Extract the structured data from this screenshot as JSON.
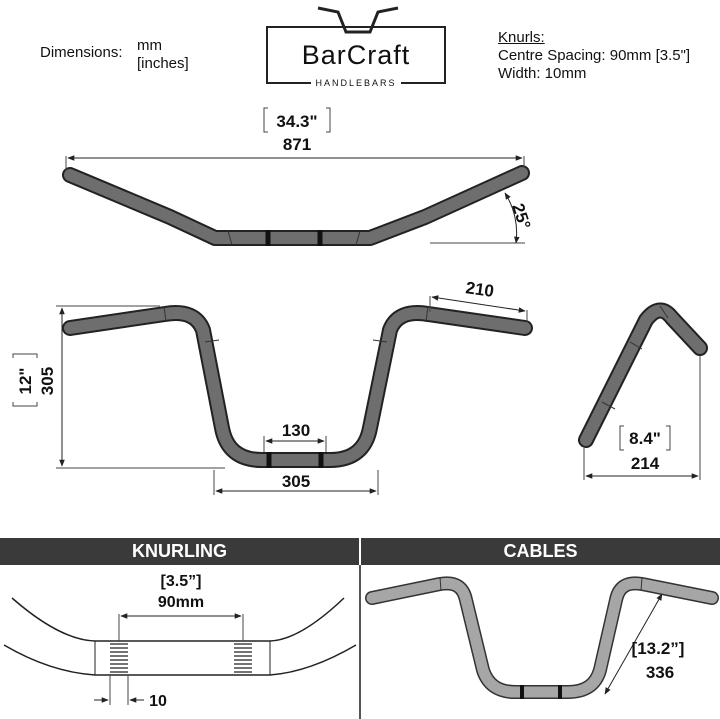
{
  "header": {
    "dimensions_label": "Dimensions:",
    "units_primary": "mm",
    "units_secondary": "[inches]",
    "brand_name": "BarCraft",
    "brand_sub": "HANDLEBARS",
    "knurls_title": "Knurls:",
    "knurls_spacing": "Centre Spacing: 90mm [3.5\"]",
    "knurls_width": "Width: 10mm"
  },
  "top_view": {
    "width_in": "34.3\"",
    "width_mm": "871",
    "angle": "25°"
  },
  "front_view": {
    "height_in": "12\"",
    "height_mm": "305",
    "grip_mm": "210",
    "center_mm": "130",
    "base_mm": "305"
  },
  "side_view": {
    "depth_in": "8.4\"",
    "depth_mm": "214"
  },
  "sections": {
    "knurling": "KNURLING",
    "cables": "CABLES"
  },
  "knurling_detail": {
    "spacing_in": "[3.5”]",
    "spacing_mm": "90mm",
    "width_mm": "10"
  },
  "cables_detail": {
    "length_in": "[13.2”]",
    "length_mm": "336"
  },
  "colors": {
    "tube": "#6e6e6e",
    "tube_light": "#9a9a9a",
    "band": "#3a3a3a",
    "line": "#333333"
  }
}
